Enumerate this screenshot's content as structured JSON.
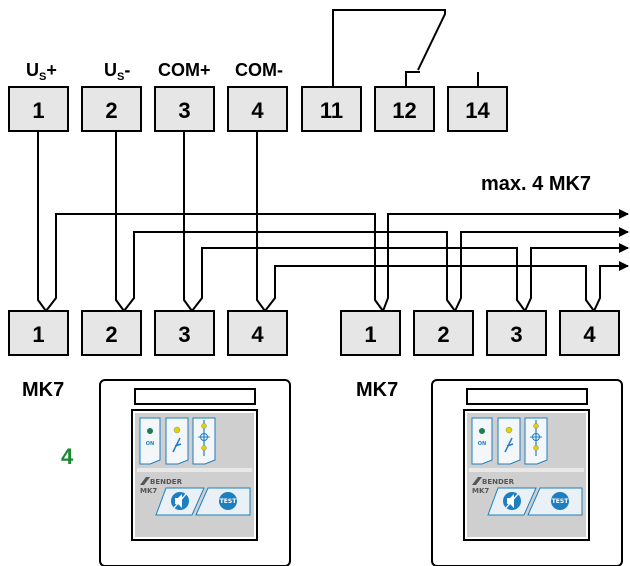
{
  "top_terminals": [
    {
      "label": "U",
      "sub": "S",
      "sign": "+",
      "number": "1"
    },
    {
      "label": "U",
      "sub": "S",
      "sign": "-",
      "number": "2"
    },
    {
      "label": "COM+",
      "sub": "",
      "sign": "",
      "number": "3"
    },
    {
      "label": "COM-",
      "sub": "",
      "sign": "",
      "number": "4"
    }
  ],
  "relay_terminals": [
    "11",
    "12",
    "14"
  ],
  "bus_label": "max. 4 MK7",
  "module_a": {
    "title": "MK7",
    "terminals": [
      "1",
      "2",
      "3",
      "4"
    ]
  },
  "module_b": {
    "title": "MK7",
    "terminals": [
      "1",
      "2",
      "3",
      "4"
    ]
  },
  "module_count": "4",
  "panel": {
    "brand": "BENDER",
    "model": "MK7",
    "on_label": "ON",
    "test_label": "TEST"
  },
  "colors": {
    "terminal_fill": "#e6e6e6",
    "count_green": "#1a8a2e",
    "led_green": "#1f7a55",
    "led_yellow": "#e0d400",
    "button_blue": "#1e7fc0",
    "panel_grey": "#cfcfcf"
  },
  "icons": [
    "mute-icon",
    "fault-icon",
    "status-icon"
  ]
}
